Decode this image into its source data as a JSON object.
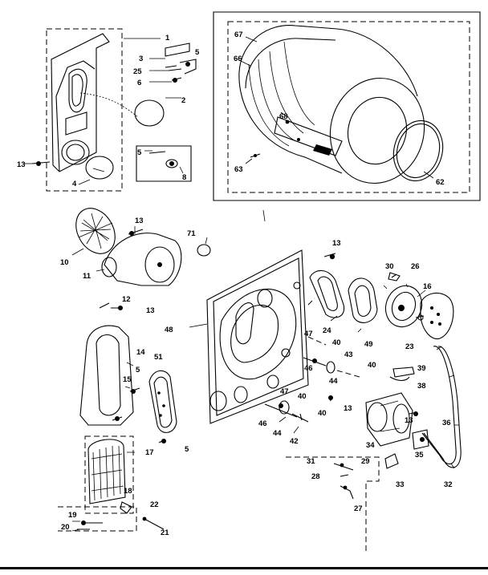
{
  "labels": [
    "1",
    "3",
    "5",
    "25",
    "6",
    "2",
    "13",
    "4",
    "5",
    "8",
    "67",
    "66",
    "68",
    "63",
    "62",
    "10",
    "13",
    "71",
    "11",
    "12",
    "13",
    "48",
    "13",
    "30",
    "26",
    "16",
    "24",
    "49",
    "23",
    "14",
    "51",
    "15",
    "5",
    "47",
    "40",
    "43",
    "46",
    "40",
    "44",
    "39",
    "38",
    "47",
    "40",
    "40",
    "13",
    "46",
    "44",
    "42",
    "13",
    "36",
    "34",
    "35",
    "17",
    "5",
    "31",
    "29",
    "28",
    "33",
    "32",
    "27",
    "18",
    "22",
    "19",
    "20",
    "21"
  ]
}
